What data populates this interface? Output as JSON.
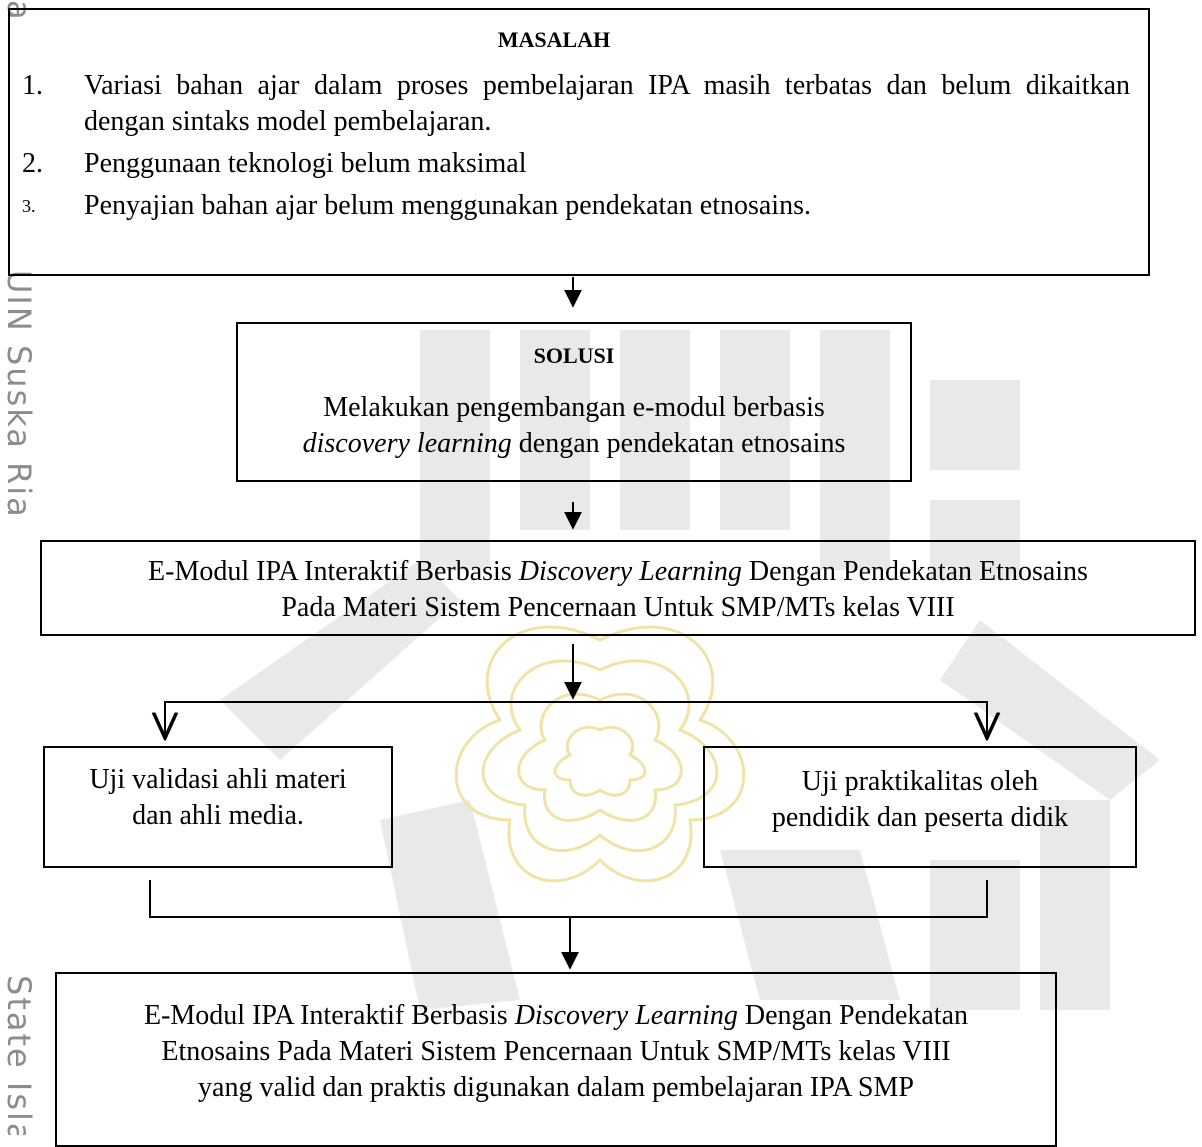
{
  "side_text": {
    "top": "a",
    "middle": "UIN Suska Ria",
    "bottom": "State Isla"
  },
  "masalah": {
    "heading": "MASALAH",
    "items": [
      {
        "number": "1.",
        "text": "Variasi bahan ajar dalam proses pembelajaran IPA masih terbatas dan belum dikaitkan dengan sintaks model pembelajaran."
      },
      {
        "number": "2.",
        "text": "Penggunaan teknologi belum maksimal"
      },
      {
        "number": "3.",
        "text": "Penyajian bahan ajar belum menggunakan pendekatan etnosains."
      }
    ]
  },
  "solusi": {
    "heading": "SOLUSI",
    "line1": "Melakukan pengembangan e-modul berbasis",
    "line2_italic": "discovery learning",
    "line2_rest": " dengan pendekatan etnosains"
  },
  "product": {
    "pre": "E-Modul IPA Interaktif Berbasis ",
    "italic": "Discovery Learning",
    "post": " Dengan Pendekatan Etnosains",
    "line2": "Pada Materi Sistem Pencernaan Untuk SMP/MTs kelas VIII"
  },
  "validation": {
    "line1": "Uji validasi ahli materi",
    "line2": "dan ahli media."
  },
  "practicality": {
    "line1": "Uji praktikalitas oleh",
    "line2": "pendidik dan peserta didik"
  },
  "result": {
    "pre": "E-Modul IPA Interaktif Berbasis ",
    "italic": "Discovery Learning",
    "post": " Dengan Pendekatan",
    "line2": "Etnosains Pada Materi Sistem Pencernaan Untuk SMP/MTs kelas VIII",
    "line3": "yang valid dan praktis digunakan dalam pembelajaran IPA SMP"
  },
  "colors": {
    "watermark_gray": "#e6e6e6",
    "watermark_yellow": "#f3e7b1",
    "side_text": "#8c8c8c"
  }
}
